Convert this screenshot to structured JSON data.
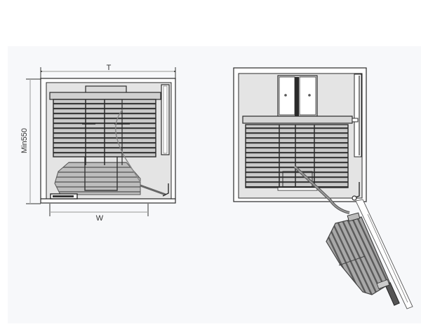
{
  "diagram": {
    "type": "technical-drawing",
    "subject": "corner cabinet pull-out basket mechanism",
    "views": [
      {
        "id": "closed-view",
        "description": "Top view, baskets stored inside cabinet",
        "dimensions": {
          "width_label": "T",
          "height_label": "Min550",
          "opening_label": "W"
        }
      },
      {
        "id": "open-view",
        "description": "Top view, front basket swung out through the door opening"
      }
    ],
    "colors": {
      "background_panel": "#f7f8fa",
      "cabinet_fill": "#e6e6e6",
      "line": "#2a2a2a",
      "basket_fill": "#8a8a8a",
      "dimension_line": "#9a9a9a"
    }
  }
}
